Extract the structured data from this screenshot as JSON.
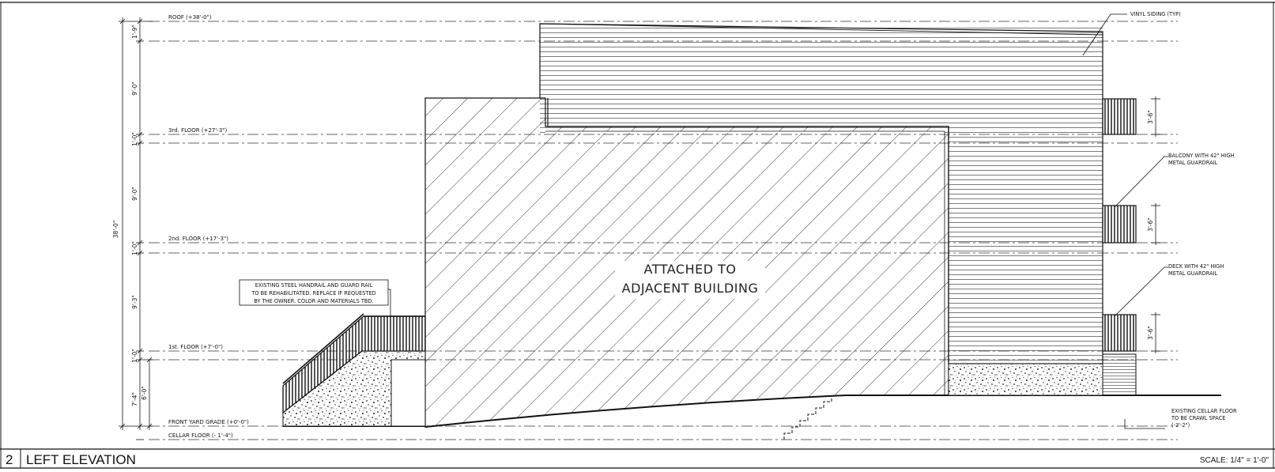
{
  "drawing": {
    "number": "2",
    "title": "LEFT ELEVATION",
    "scale": "SCALE: 1/4\" = 1'-0\""
  },
  "levels": {
    "roof": "ROOF (+38'-0\")",
    "third_floor": "3rd. FLOOR (+27'-3\")",
    "second_floor": "2nd. FLOOR (+17'-3\")",
    "first_floor": "1st. FLOOR (+7'-0\")",
    "front_yard_grade": "FRONT YARD GRADE (+0'-0\")",
    "cellar_floor": "CELLAR FLOOR (- 1'-4\")"
  },
  "dimensions": {
    "overall": "38'-0\"",
    "roof_to_third": "1'-9\"",
    "third_story": "9'-0\"",
    "third_floor_thk": "1'-0\"",
    "second_story": "9'-0\"",
    "second_floor_thk": "1'-0\"",
    "first_story": "9'-3\"",
    "first_floor_thk": "1'-0\"",
    "base_height": "7'-4\"",
    "grade_to_first": "6'-0\"",
    "rail_upper": "3'-6\"",
    "rail_middle": "3'-6\"",
    "rail_lower": "3'-6\""
  },
  "notes": {
    "handrail": [
      "EXISTING STEEL HANDRAIL AND GUARD RAIL",
      "TO BE REHABILITATED. REPLACE IF REQUESTED",
      "BY THE OWNER. COLOR AND MATERIALS TBD."
    ],
    "vinyl_siding": "VINYL SIDING (TYP)",
    "balcony": [
      "BALCONY WITH 42\" HIGH",
      "METAL GUARDRAIL"
    ],
    "deck": [
      "DECK WITH 42\" HIGH",
      "METAL GUARDRAIL"
    ],
    "cellar": [
      "EXISTING CELLAR FLOOR",
      "TO BE CRAWL SPACE",
      "(-3'-2\")"
    ]
  },
  "attached": [
    "ATTACHED TO",
    "ADJACENT BUILDING"
  ]
}
